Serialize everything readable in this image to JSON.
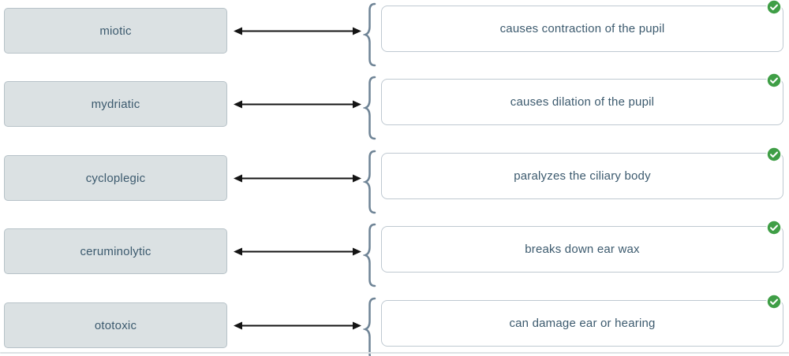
{
  "exercise": {
    "type": "matching",
    "rows": [
      {
        "term": "miotic",
        "definition": "causes contraction of the pupil",
        "status": "correct"
      },
      {
        "term": "mydriatic",
        "definition": "causes dilation of the pupil",
        "status": "correct"
      },
      {
        "term": "cycloplegic",
        "definition": "paralyzes the ciliary body",
        "status": "correct"
      },
      {
        "term": "ceruminolytic",
        "definition": "breaks down ear wax",
        "status": "correct"
      },
      {
        "term": "ototoxic",
        "definition": "can damage ear or hearing",
        "status": "correct"
      }
    ]
  },
  "icons": {
    "double_arrow": "double-headed-arrow",
    "brace": "left-curly-brace",
    "check": "green-check-circle"
  },
  "colors": {
    "term_box_bg": "#dbe1e3",
    "term_box_border": "#b7c2c8",
    "definition_box_border": "#bfc9d1",
    "text": "#3c5a6e",
    "arrow": "#141414",
    "brace": "#6f8496",
    "check_green": "#3f9e46",
    "check_ring": "#ffffff",
    "divider": "#dde2e5"
  }
}
